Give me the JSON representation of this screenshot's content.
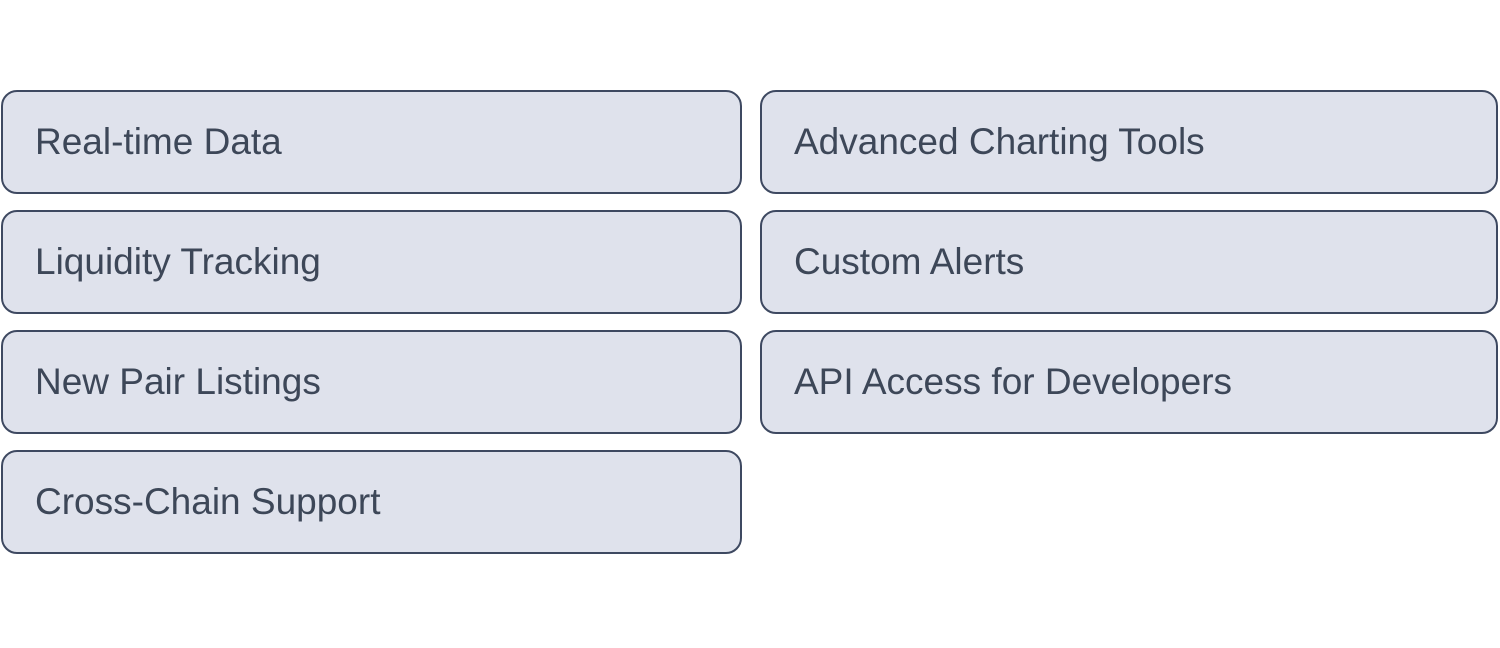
{
  "theme": {
    "page_background": "#ffffff",
    "card_background": "#dfe2ec",
    "card_border": "#3e4961",
    "text_color": "#3d4758"
  },
  "features": {
    "items": [
      {
        "label": "Real-time Data"
      },
      {
        "label": "Advanced Charting Tools"
      },
      {
        "label": "Liquidity Tracking"
      },
      {
        "label": "Custom Alerts"
      },
      {
        "label": "New Pair Listings"
      },
      {
        "label": "API Access for Developers"
      },
      {
        "label": "Cross-Chain Support"
      }
    ]
  }
}
